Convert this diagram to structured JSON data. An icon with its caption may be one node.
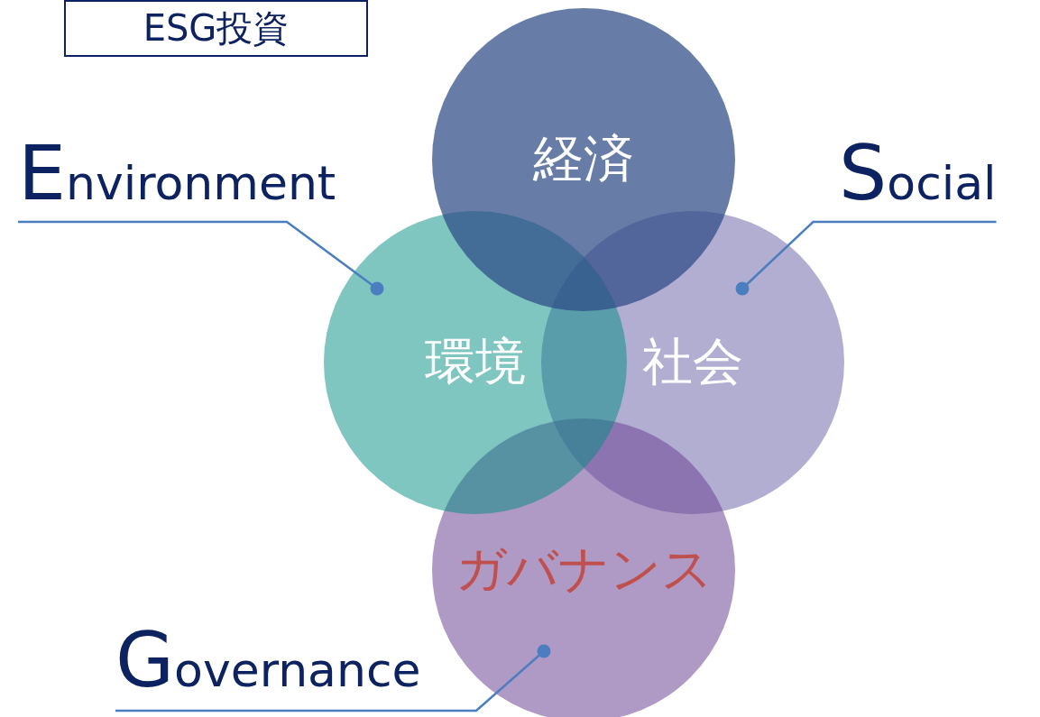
{
  "diagram": {
    "nodes": [
      {
        "text": [
          "ESG投資"
        ]
      },
      {
        "text": [
          "経済"
        ]
      },
      {
        "text": [
          "環境"
        ]
      },
      {
        "text": [
          "社会"
        ]
      },
      {
        "text": [
          "ガバナンス"
        ]
      },
      {
        "text": [
          "Environment"
        ]
      },
      {
        "text": [
          "Social"
        ]
      },
      {
        "text": [
          "Governance"
        ]
      }
    ],
    "edges": [
      {
        "from": 5,
        "to": 2,
        "arrow": "other"
      },
      {
        "from": 6,
        "to": 3,
        "arrow": "other"
      },
      {
        "from": 7,
        "to": 4,
        "arrow": "other"
      }
    ]
  }
}
